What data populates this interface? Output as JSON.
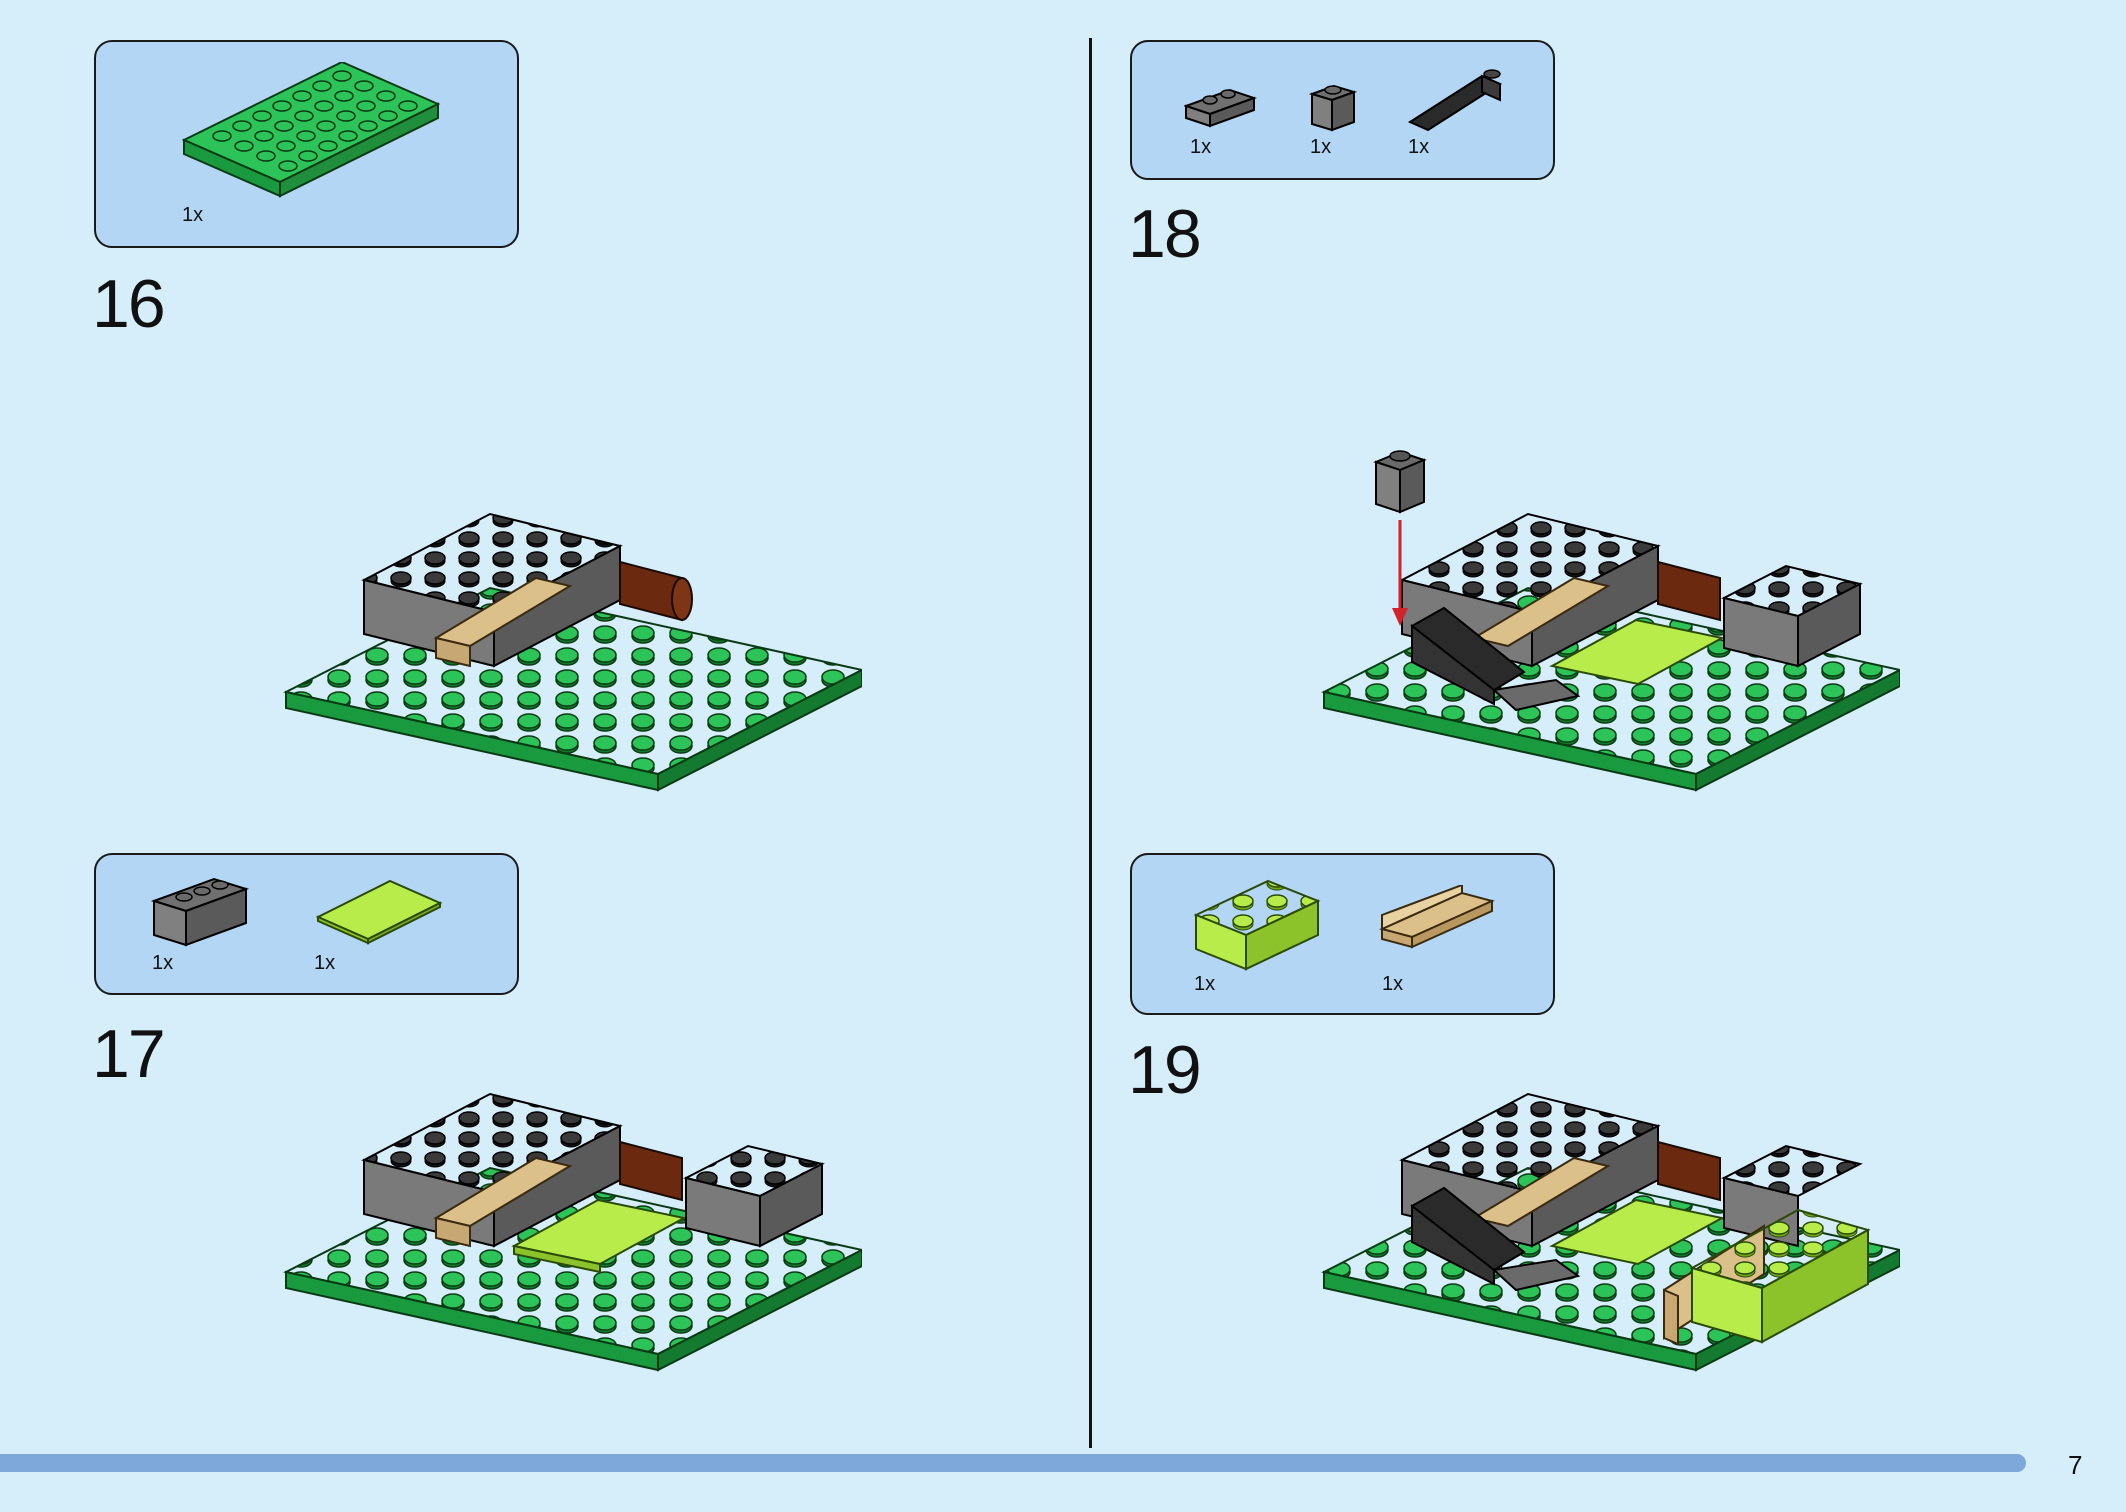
{
  "steps": [
    {
      "number": "16",
      "parts": [
        {
          "name": "green plate 4x8",
          "qty": "1x"
        }
      ]
    },
    {
      "number": "17",
      "parts": [
        {
          "name": "dark gray brick 1x3",
          "qty": "1x"
        },
        {
          "name": "lime tile 2x4",
          "qty": "1x"
        }
      ]
    },
    {
      "number": "18",
      "parts": [
        {
          "name": "dark gray plate 1x2",
          "qty": "1x"
        },
        {
          "name": "dark gray brick 1x1",
          "qty": "1x"
        },
        {
          "name": "black slope 1x3",
          "qty": "1x"
        }
      ]
    },
    {
      "number": "19",
      "parts": [
        {
          "name": "lime brick 2x4",
          "qty": "1x"
        },
        {
          "name": "tan bracket 1x4",
          "qty": "1x"
        }
      ]
    }
  ],
  "page_number": "7",
  "colors": {
    "background": "#d6edfa",
    "parts_box": "#b3d6f5",
    "green": "#22b24c",
    "dark_gray": "#6b6b6b",
    "black": "#333333",
    "lime": "#a8e03a",
    "tan": "#dcc08a",
    "brown": "#6b2a10",
    "arrow_red": "#d2232a",
    "progress": "#7ea8d9"
  }
}
